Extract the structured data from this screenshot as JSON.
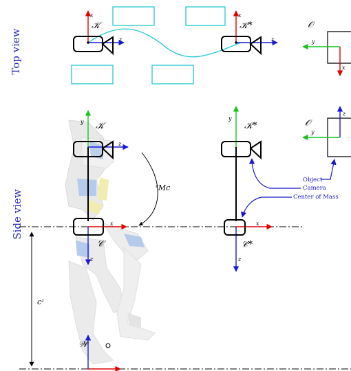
{
  "sections": {
    "top_view": "Top view",
    "side_view": "Side view"
  },
  "frames": {
    "K": "𝒦",
    "K_star": "𝒦*",
    "O": "𝒪",
    "C": "𝒞",
    "C_star": "𝒞*",
    "W": "𝒲"
  },
  "axes": {
    "x": "x",
    "y": "y",
    "z": "z"
  },
  "labels": {
    "rMc": "ʳMc",
    "cz": "cᶻ"
  },
  "legend": {
    "object": "Object",
    "camera": "Camera",
    "com": "Center of Mass"
  },
  "colors": {
    "x_axis": "#e00000",
    "y_axis": "#17c41c",
    "z_axis": "#1a1ad6",
    "title_blue": "#2a2ab8",
    "legend_blue": "#1818c8",
    "obstacle": "#22c8d0",
    "robot": "#cfcfcf"
  }
}
